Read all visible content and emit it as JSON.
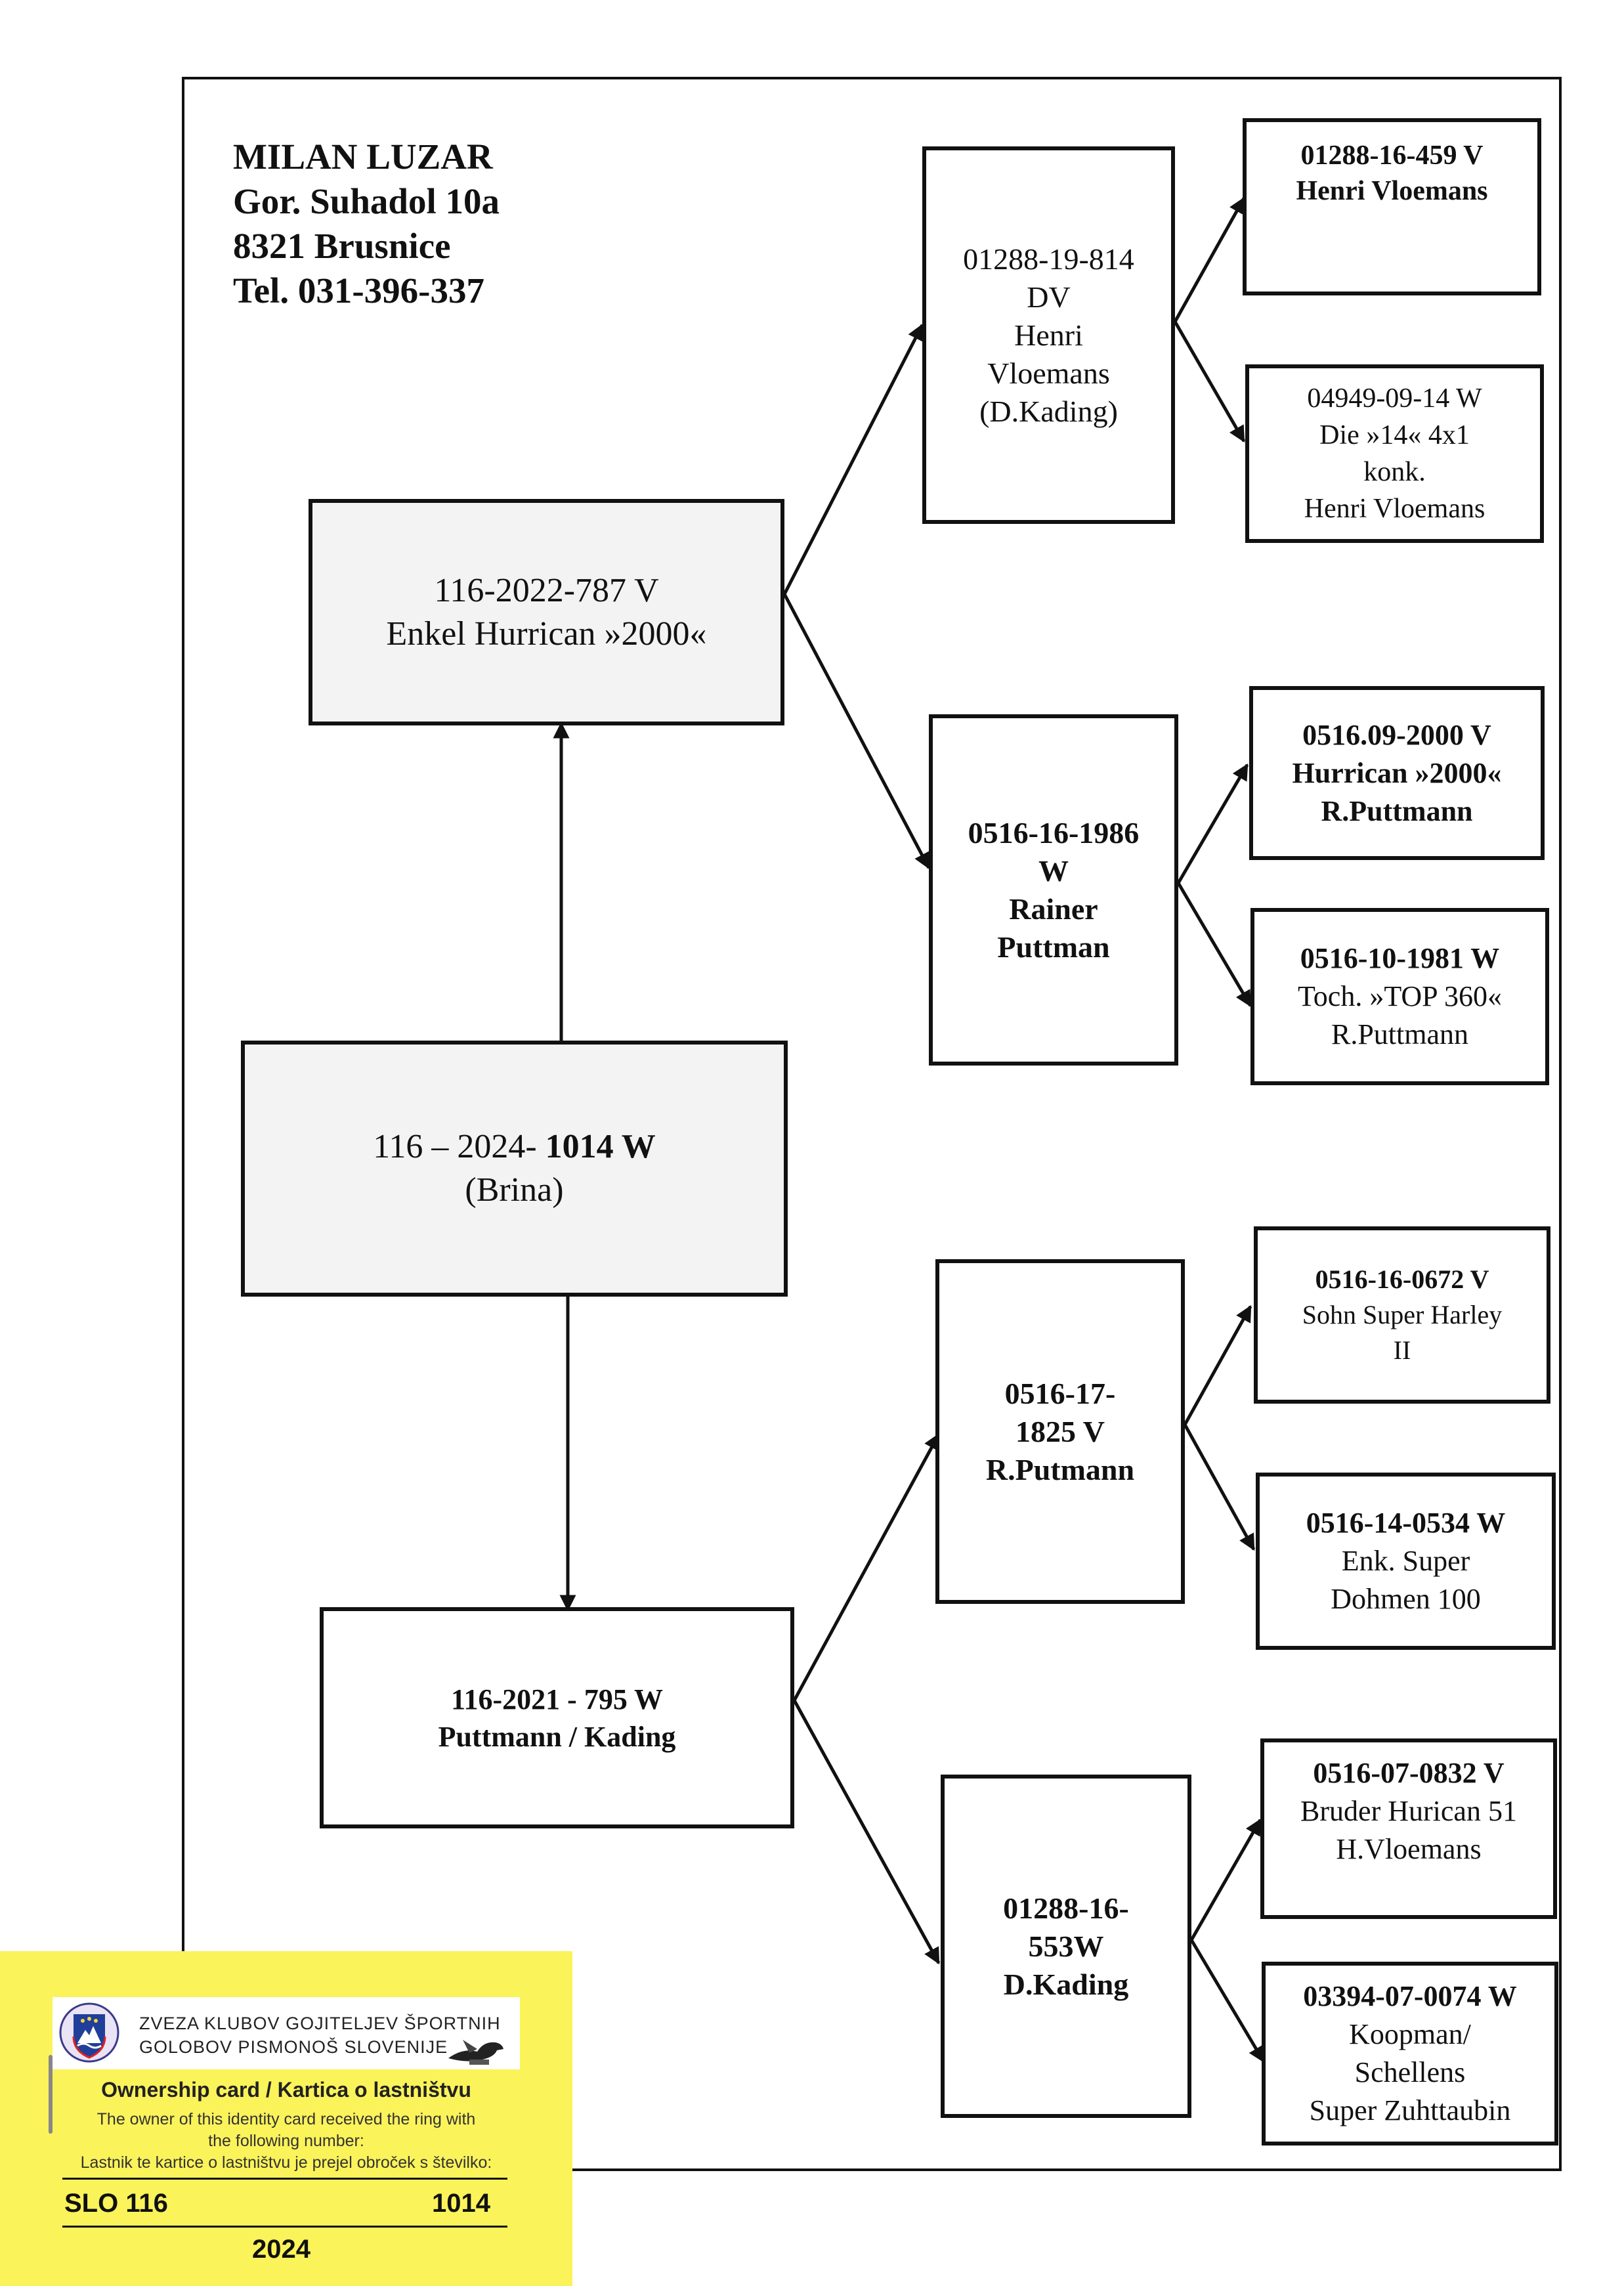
{
  "owner": {
    "name": "MILAN LUZAR",
    "street": "Gor. Suhadol 10a",
    "city": "8321 Brusnice",
    "phone": "Tel. 031-396-337"
  },
  "subject": {
    "ring_prefix": "116 – 2024- ",
    "ring_bold": "1014 W",
    "name": "(Brina)"
  },
  "sire": {
    "ring": "116-2022-787 V",
    "name": "Enkel Hurrican »2000«"
  },
  "dam": {
    "ring": "116-2021 - 795 W",
    "name": "Puttmann / Kading"
  },
  "sire_sire": {
    "l1": "01288-19-814",
    "l2": "DV",
    "l3": "Henri",
    "l4": "Vloemans",
    "l5": "(D.Kading)"
  },
  "sire_dam": {
    "l1": "0516-16-1986",
    "l2": "W",
    "l3": "Rainer",
    "l4": "Puttman"
  },
  "dam_sire": {
    "l1": "0516-17-",
    "l2": "1825 V",
    "l3": "R.Putmann"
  },
  "dam_dam": {
    "l1": "01288-16-",
    "l2": "553W",
    "l3": "D.Kading"
  },
  "ss_sire": {
    "l1": "01288-16-459 V",
    "l2": "Henri Vloemans"
  },
  "ss_dam": {
    "l1": "04949-09-14 W",
    "l2": "Die »14« 4x1",
    "l3": "konk.",
    "l4": "Henri Vloemans"
  },
  "sd_sire": {
    "l1": "0516.09-2000 V",
    "l2": "Hurrican »2000«",
    "l3": "R.Puttmann"
  },
  "sd_dam": {
    "l1": "0516-10-1981 W",
    "l2": "Toch. »TOP 360«",
    "l3": "R.Puttmann"
  },
  "ds_sire": {
    "l1": "0516-16-0672 V",
    "l2": "Sohn Super Harley",
    "l3": "II"
  },
  "ds_dam": {
    "l1": "0516-14-0534 W",
    "l2": "Enk. Super",
    "l3": "Dohmen 100"
  },
  "dd_sire": {
    "l1": "0516-07-0832 V",
    "l2": "Bruder Hurican 51",
    "l3": "H.Vloemans"
  },
  "dd_dam": {
    "l1": "03394-07-0074 W",
    "l2": "Koopman/",
    "l3": "Schellens",
    "l4": "Super Zuhttaubin"
  },
  "card": {
    "assoc_l1": "ZVEZA KLUBOV GOJITELJEV ŠPORTNIH",
    "assoc_l2": "GOLOBOV PISMONOŠ SLOVENIJE",
    "title": "Ownership card / Kartica o lastništvu",
    "text_en_1": "The owner of this identity card received the ring with",
    "text_en_2": "the following number:",
    "text_sl": "Lastnik te kartice o lastništvu je prejel obroček s številko:",
    "country_code": "SLO 116",
    "ring_number": "1014",
    "year": "2024"
  }
}
